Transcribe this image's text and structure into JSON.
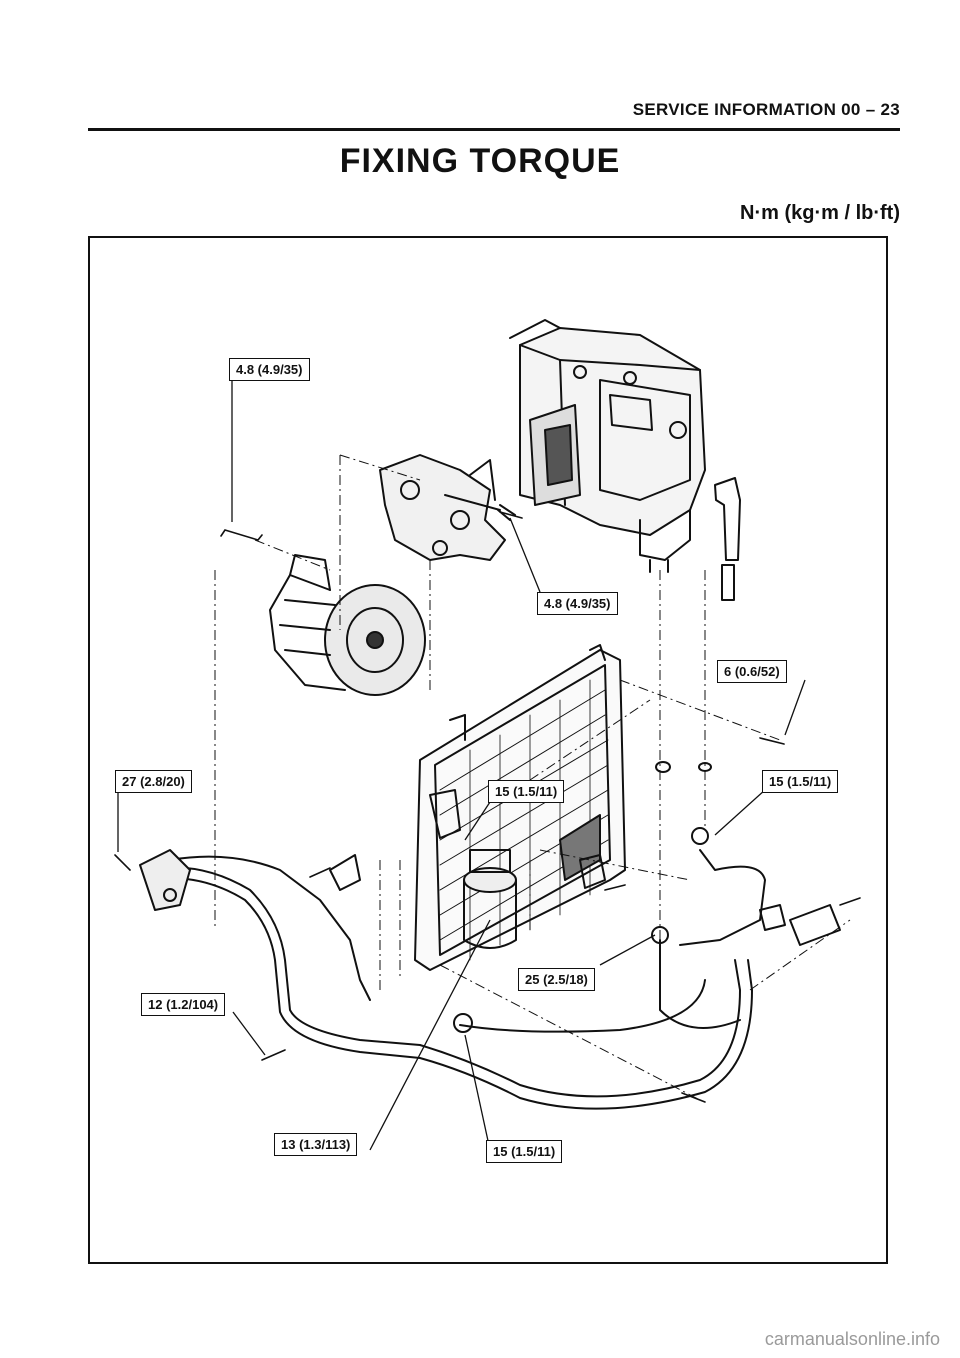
{
  "header": {
    "text": "SERVICE INFORMATION  00 – 23"
  },
  "title": "FIXING TORQUE",
  "units": "N·m (kg·m / lb·ft)",
  "callouts": [
    "4.8 (4.9/35)",
    "4.8 (4.9/35)",
    "6 (0.6/52)",
    "27 (2.8/20)",
    "15 (1.5/11)",
    "15 (1.5/11)",
    "25 (2.5/18)",
    "12 (1.2/104)",
    "13 (1.3/113)",
    "15 (1.5/11)"
  ],
  "watermark": "carmanualsonline.info"
}
